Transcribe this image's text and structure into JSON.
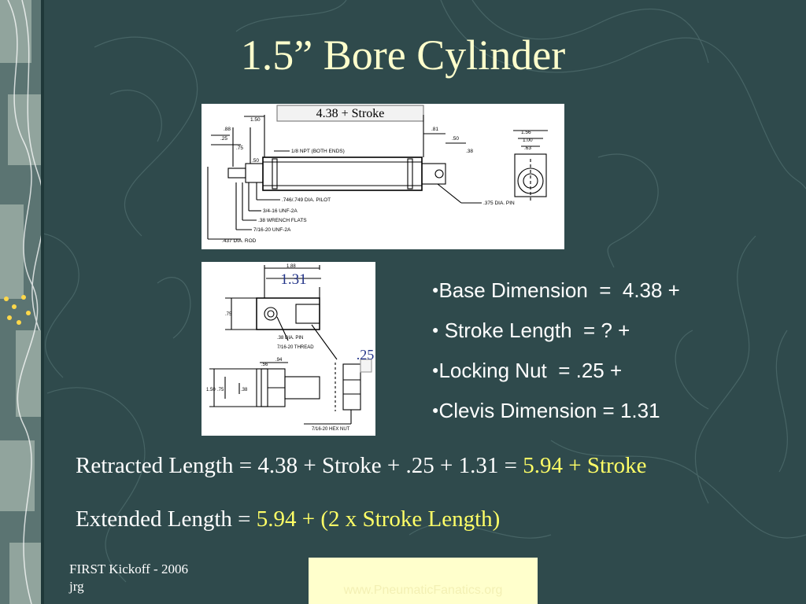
{
  "slide": {
    "title": "1.5” Bore Cylinder",
    "drawing_top": {
      "dimension_label": "4.38 + Stroke",
      "dims": [
        ".88",
        ".25",
        ".75",
        ".50",
        ".81",
        ".50",
        ".38",
        "1.50",
        "1.56",
        "1.00",
        ".63"
      ],
      "callouts": [
        "1/8 NPT (BOTH ENDS)",
        ".746/.749 DIA. PILOT",
        "3/4-16 UNF-2A",
        ".38 WRENCH FLATS",
        "7/16-20 UNF-2A",
        ".437 DIA. ROD",
        ".375 DIA. PIN"
      ]
    },
    "drawing_clevis": {
      "dimension_label": "1.31",
      "nut_label": ".25",
      "dims": [
        "1.88",
        ".75",
        ".56",
        "1.50",
        ".75",
        ".38",
        ".94"
      ],
      "callouts": [
        ".38 DIA. PIN",
        "7/16-20 THREAD",
        "7/16-20 HEX NUT"
      ]
    },
    "bullets": [
      "Base Dimension  =  4.38 +",
      " Stroke Length  = ? +",
      "Locking Nut  = .25 +",
      "Clevis Dimension = 1.31"
    ],
    "bullet_glyph": "●",
    "formula_retracted": {
      "text": "Retracted Length = 4.38 + Stroke + .25 + 1.31 = ",
      "result": "5.94 + Stroke"
    },
    "formula_extended": {
      "text": "Extended Length = ",
      "result": "5.94 + (2 x Stroke Length)"
    },
    "footer": [
      "FIRST Kickoff - 2006",
      "jrg"
    ],
    "website": "www.PneumaticFanatics.org"
  },
  "colors": {
    "background": "#2f4a4c",
    "title": "#ffffcc",
    "highlight": "#ffff66",
    "text": "#ffffff"
  }
}
